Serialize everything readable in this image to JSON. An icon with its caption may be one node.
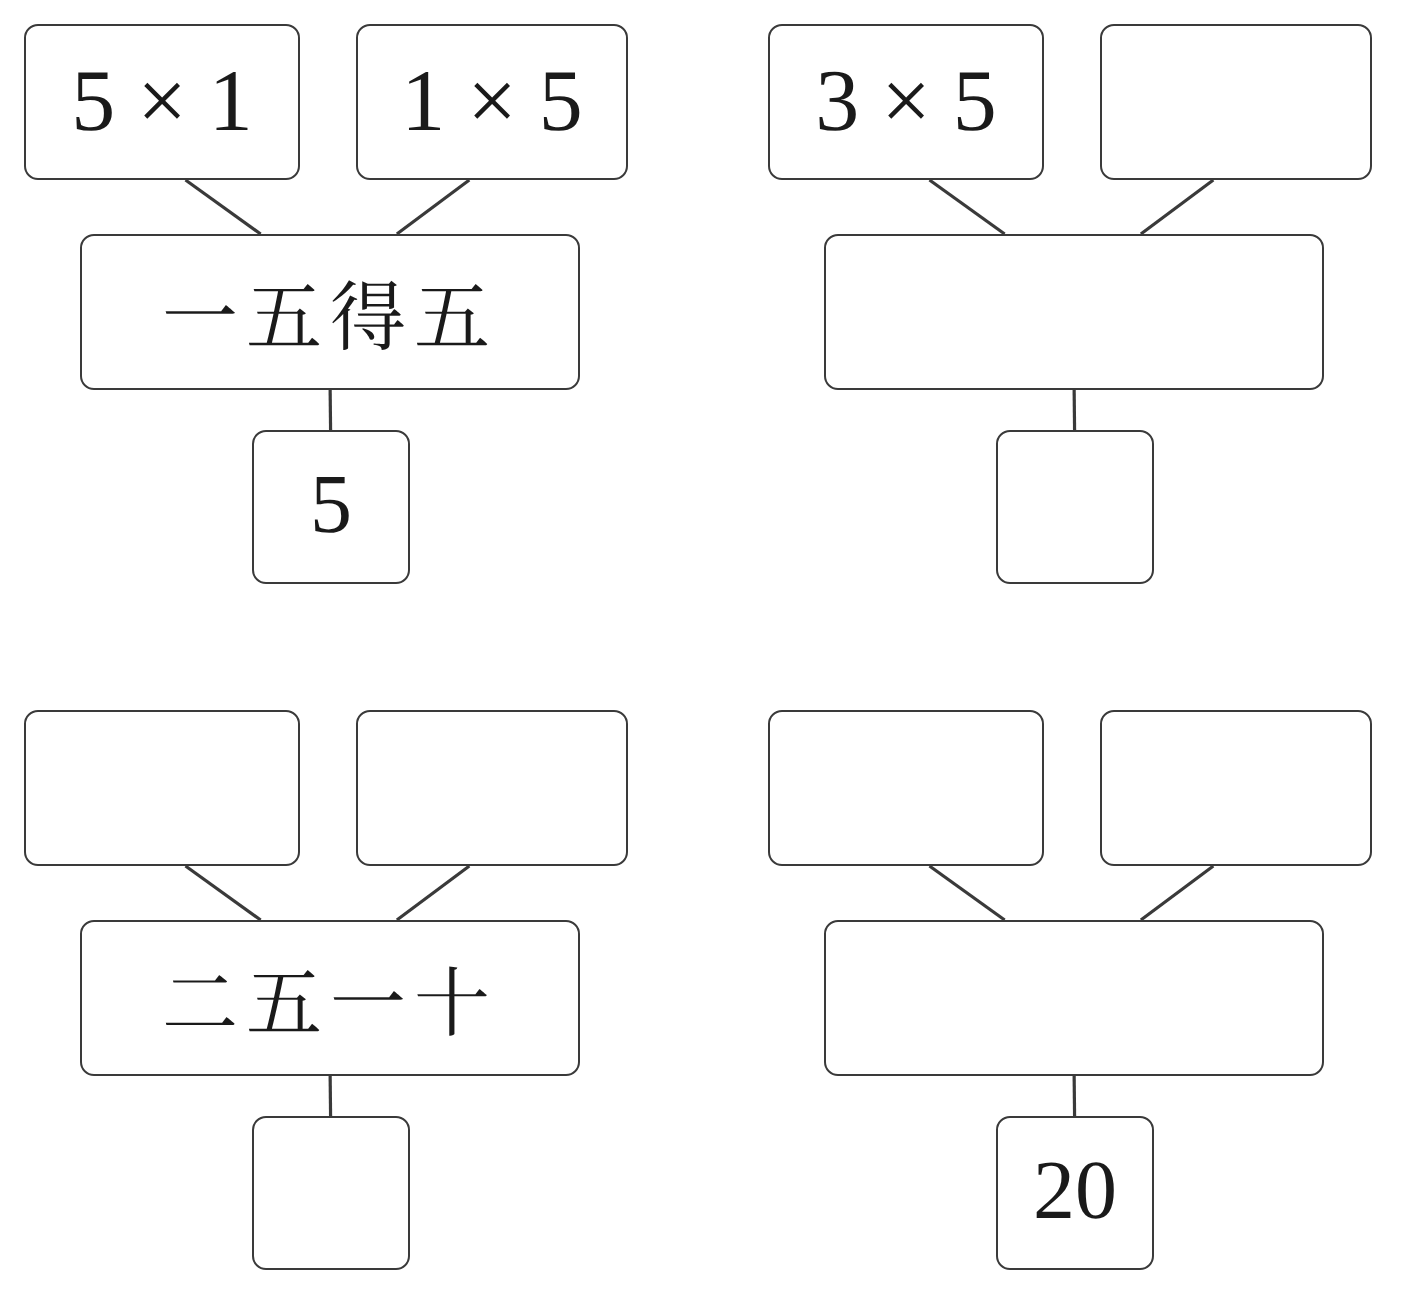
{
  "diagram": {
    "nodes": [
      {
        "text": [
          "5 × 1"
        ]
      },
      {
        "text": [
          "1 × 5"
        ]
      },
      {
        "text": [
          "一五得五"
        ]
      },
      {
        "text": [
          "5"
        ]
      },
      {
        "text": [
          "3 × 5"
        ]
      },
      {
        "text": [],
        "shape": "box"
      },
      {
        "text": [],
        "shape": "box"
      },
      {
        "text": [],
        "shape": "box"
      },
      {
        "text": [],
        "shape": "box"
      },
      {
        "text": [],
        "shape": "box"
      },
      {
        "text": [
          "二五一十"
        ]
      },
      {
        "text": [],
        "shape": "box"
      },
      {
        "text": [],
        "shape": "box"
      },
      {
        "text": [],
        "shape": "box"
      },
      {
        "text": [],
        "shape": "box"
      },
      {
        "text": [
          "20"
        ]
      }
    ],
    "edges": [
      {
        "from": 0,
        "to": 2,
        "arrow": "none"
      },
      {
        "from": 1,
        "to": 2,
        "arrow": "none"
      },
      {
        "from": 2,
        "to": 3,
        "arrow": "none"
      },
      {
        "from": 4,
        "to": 6,
        "arrow": "none"
      },
      {
        "from": 5,
        "to": 6,
        "arrow": "none"
      },
      {
        "from": 6,
        "to": 7,
        "arrow": "none"
      },
      {
        "from": 8,
        "to": 10,
        "arrow": "none"
      },
      {
        "from": 9,
        "to": 10,
        "arrow": "none"
      },
      {
        "from": 10,
        "to": 11,
        "arrow": "none"
      },
      {
        "from": 12,
        "to": 14,
        "arrow": "none"
      },
      {
        "from": 13,
        "to": 14,
        "arrow": "none"
      },
      {
        "from": 14,
        "to": 15,
        "arrow": "none"
      }
    ]
  }
}
